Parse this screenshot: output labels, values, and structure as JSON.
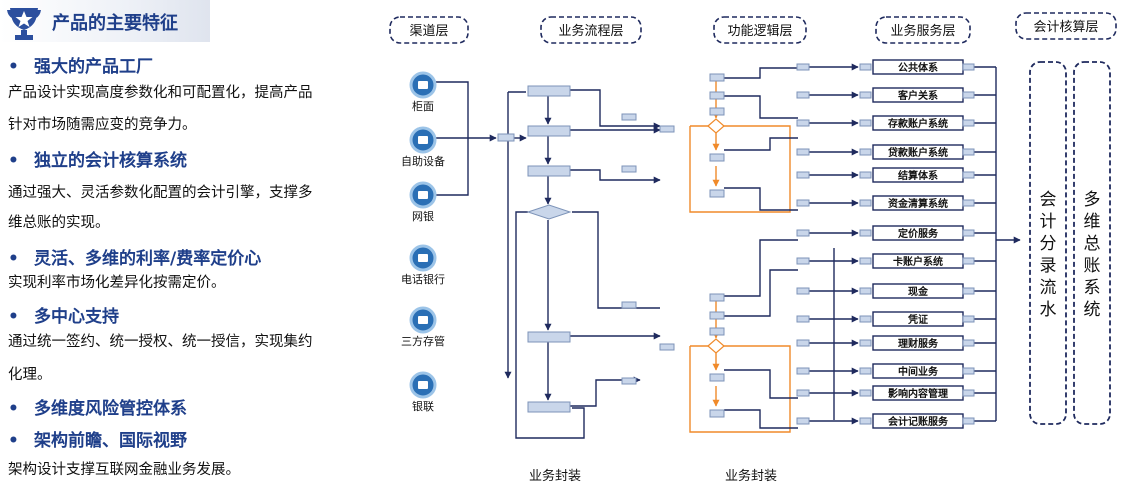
{
  "header": {
    "title": "产品的主要特征"
  },
  "features": [
    {
      "heading": "强大的产品工厂",
      "text_lines": [
        "产品设计实现高度参数化和可配置化，提高产品",
        "针对市场随需应变的竞争力。"
      ]
    },
    {
      "heading": "独立的会计核算系统",
      "text_lines": [
        "通过强大、灵活参数化配置的会计引擎，支撑多",
        "维总账的实现。"
      ]
    },
    {
      "heading": "灵活、多维的利率/费率定价心",
      "text_lines": [
        "实现利率市场化差异化按需定价。"
      ]
    },
    {
      "heading": "多中心支持",
      "text_lines": [
        "通过统一签约、统一授权、统一授信，实现集约",
        "化理。"
      ]
    },
    {
      "heading": "多维度风险管控体系",
      "text_lines": []
    },
    {
      "heading": "架构前瞻、国际视野",
      "text_lines": [
        "架构设计支撑互联网金融业务发展。"
      ]
    }
  ],
  "bullet_char": "•",
  "layers": [
    "渠道层",
    "业务流程层",
    "功能逻辑层",
    "业务服务层",
    "会计核算层"
  ],
  "channels": [
    {
      "label": "柜面",
      "icon": "counter-icon"
    },
    {
      "label": "自助设备",
      "icon": "atm-icon"
    },
    {
      "label": "网银",
      "icon": "online-bank-icon"
    },
    {
      "label": "电话银行",
      "icon": "phone-icon"
    },
    {
      "label": "三方存管",
      "icon": "custody-icon"
    },
    {
      "label": "银联",
      "icon": "unionpay-icon"
    }
  ],
  "services": [
    "公共体系",
    "客户关系",
    "存款账户系统",
    "贷款账户系统",
    "结算体系",
    "资金清算系统",
    "定价服务",
    "卡账户系统",
    "现金",
    "凭证",
    "理财服务",
    "中间业务",
    "影响内容管理",
    "会计记账服务"
  ],
  "accounting": [
    "会计分录流水",
    "多维总账系统"
  ],
  "footer": {
    "business_process": "业务封装",
    "function_logic": "业务封装"
  },
  "colors": {
    "title": "#1f3f8a",
    "line": "#1f2a5e",
    "orange": "#f08a2a",
    "box_fill": "#c9d6ea",
    "box_stroke": "#7d93b8"
  }
}
